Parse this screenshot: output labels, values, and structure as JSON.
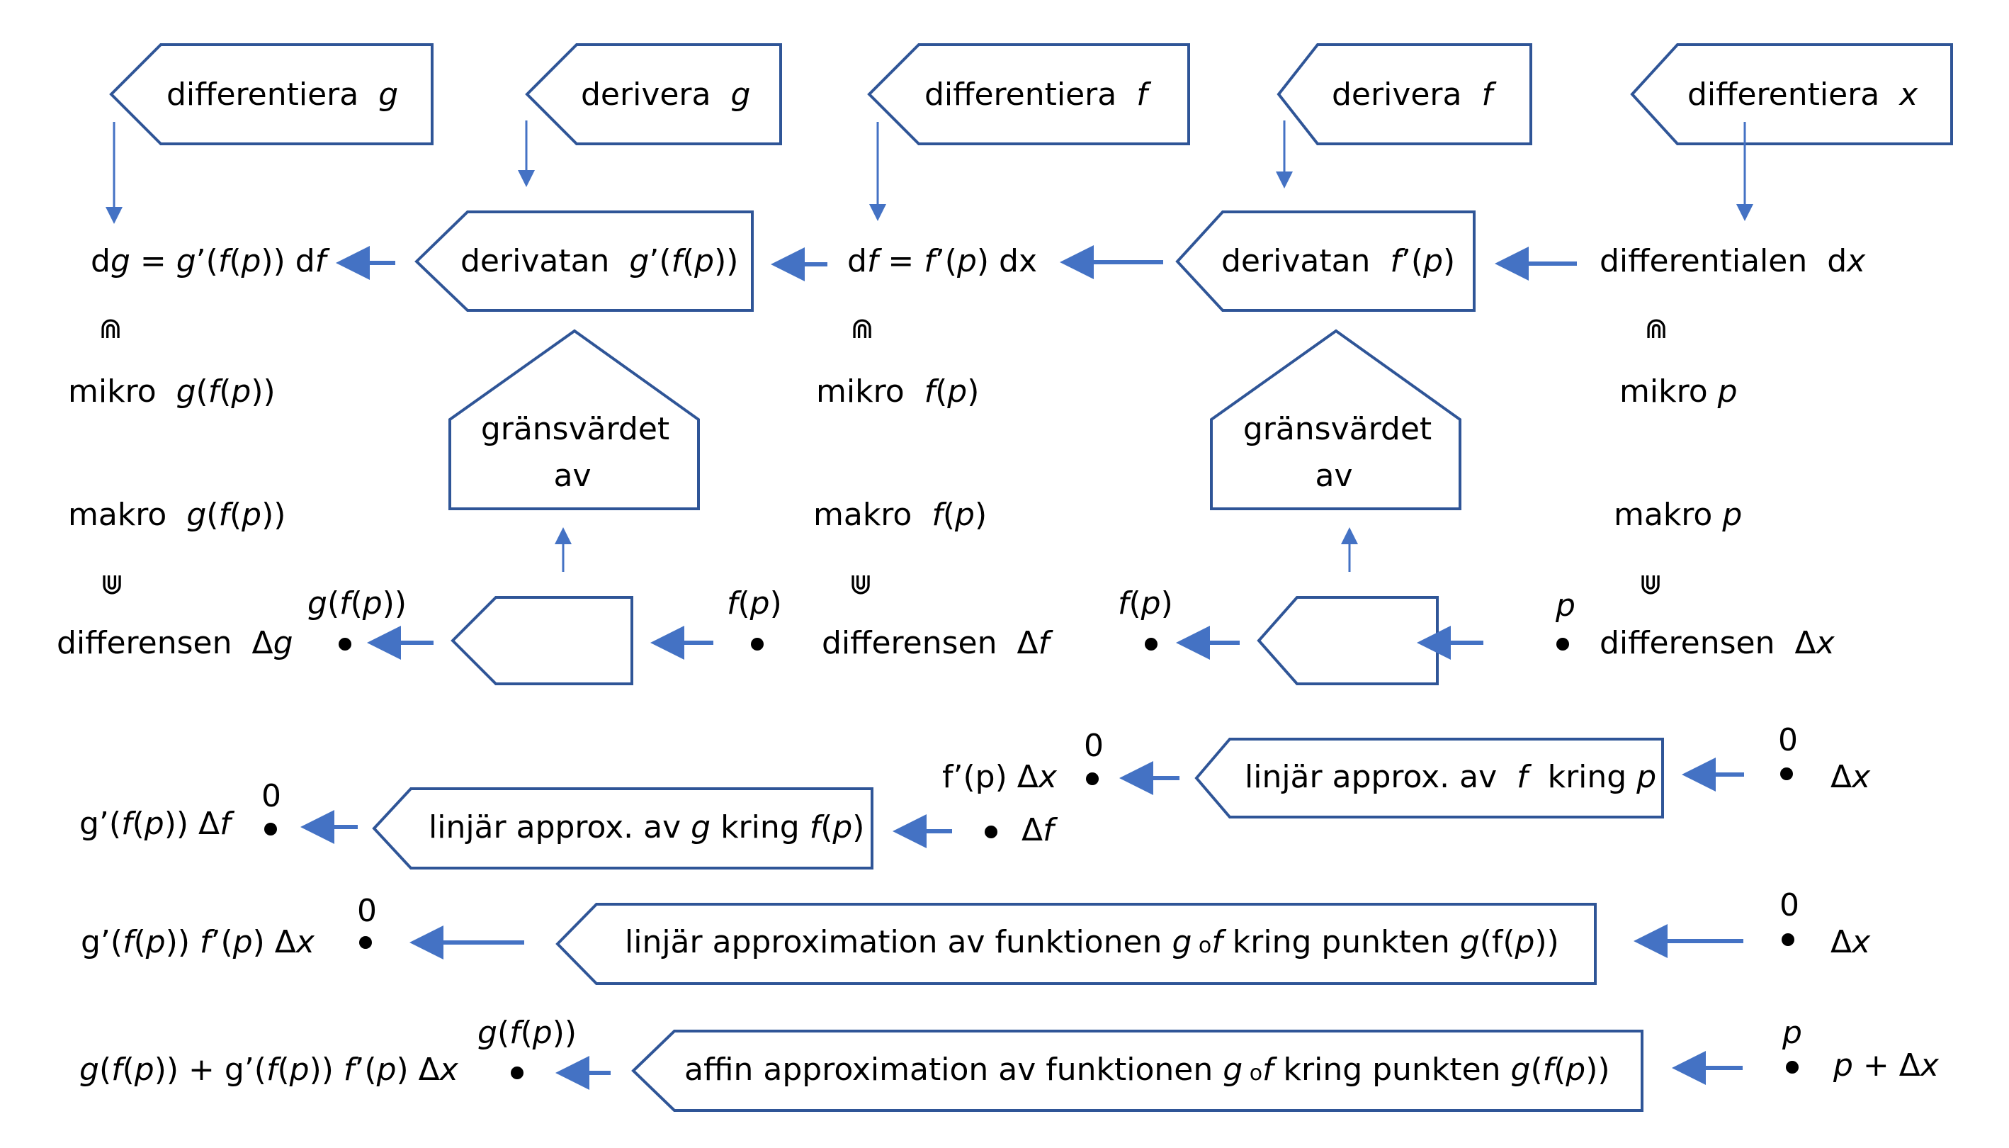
{
  "colors": {
    "box_stroke": "#2F5597",
    "arrow": "#4472C4",
    "text": "#000000"
  },
  "top_boxes": [
    {
      "label": "differentiera",
      "var": "g"
    },
    {
      "label": "derivera",
      "var": "g"
    },
    {
      "label": "differentiera",
      "var": "f"
    },
    {
      "label": "derivera",
      "var": "f"
    },
    {
      "label": "differentiera",
      "var": "x"
    }
  ],
  "row2": {
    "dg": {
      "a": "d",
      "b": "g",
      "c": " = ",
      "d": "g",
      "e": "’(",
      "f": "f",
      "g": "(",
      "h": "p",
      "i": ")) d",
      "j": "f"
    },
    "derivatan_g": {
      "label": "derivatan",
      "expr_a": "g",
      "expr_b": "’(",
      "expr_c": "f",
      "expr_d": "(",
      "expr_e": "p",
      "expr_f": "))"
    },
    "df": {
      "a": "d",
      "b": "f",
      "c": " = ",
      "d": "f",
      "e": "’(",
      "f": "p",
      "g": ") dx"
    },
    "derivatan_f": {
      "label": "derivatan",
      "expr_a": "f",
      "expr_b": "’(",
      "expr_c": "p",
      "expr_d": ")"
    },
    "dx": {
      "label": "differentialen",
      "a": "d",
      "b": "x"
    }
  },
  "subset_symbol": "⋒",
  "superset_symbol": "⋓",
  "columns": [
    {
      "mikro": "mikro",
      "makro": "makro",
      "differensen": "differensen",
      "delta": "Δ",
      "dvar": "g",
      "point_expr": "g(f(p))"
    },
    {
      "mikro": "mikro",
      "makro": "makro",
      "differensen": "differensen",
      "delta": "Δ",
      "dvar": "f",
      "point_expr": "f(p)"
    },
    {
      "mikro": "mikro",
      "makro": "makro",
      "differensen": "differensen",
      "delta": "Δ",
      "dvar": "x",
      "point_expr": "p"
    }
  ],
  "limit_boxes": [
    {
      "line1": "gränsvärdet",
      "line2": "av"
    },
    {
      "line1": "gränsvärdet",
      "line2": "av"
    }
  ],
  "point_labels": {
    "gfp": "g(f(p))",
    "fp_left": "f(p)",
    "fp_right": "f(p)",
    "p": "p"
  },
  "linear_f": {
    "label": "linjär approx. av",
    "var": "f",
    "kring": "kring",
    "point": "p"
  },
  "linear_g": {
    "label": "linjär approx. av",
    "var": "g",
    "kring": "kring",
    "point": "f(p)"
  },
  "linear_f_out": {
    "expr": "f’(p) Δ",
    "var": "x",
    "zero": "0"
  },
  "linear_f_in": {
    "zero": "0",
    "delta": "Δ",
    "var": "x"
  },
  "linear_g_in": {
    "delta": "Δ",
    "var": "f"
  },
  "linear_g_out": {
    "expr_a": "g’(",
    "expr_b": "f",
    "expr_c": "(",
    "expr_d": "p",
    "expr_e": ")) Δ",
    "expr_f": "f",
    "zero": "0"
  },
  "linear_comp": {
    "text_a": "linjär approximation av funktionen ",
    "g": "g",
    "o": "o",
    "f": "f",
    "text_b": "  kring punkten ",
    "pt_a": "g",
    "pt_b": "(f(",
    "pt_c": "p",
    "pt_d": "))"
  },
  "linear_comp_out": {
    "expr": "g’(f(p)) f’(p) Δx",
    "zero": "0"
  },
  "linear_comp_in": {
    "zero": "0",
    "delta": "Δ",
    "var": "x"
  },
  "affine_comp": {
    "text_a": "affin approximation av funktionen ",
    "g": "g",
    "o": "o",
    "f": "f",
    "text_b": "  kring punkten ",
    "pt": "g(f(p))"
  },
  "affine_comp_out": {
    "expr": "g(f(p)) + g’(f(p)) f’(p) Δx",
    "point": "g(f(p))"
  },
  "affine_comp_in": {
    "point": "p",
    "expr": "p + Δx"
  }
}
